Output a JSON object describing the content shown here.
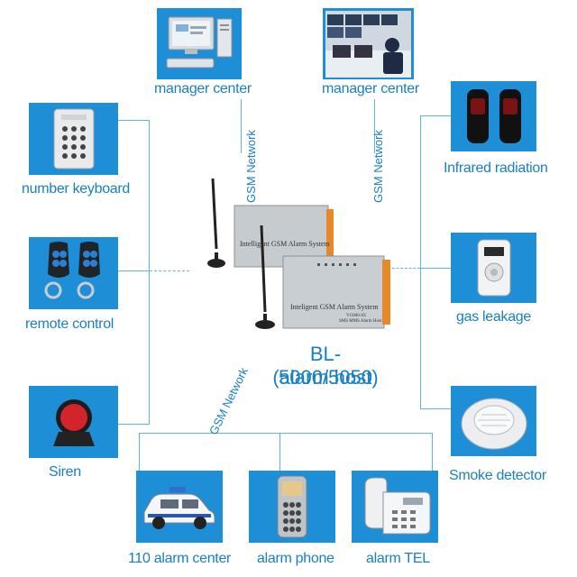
{
  "nodes": {
    "manager_center_pc": "manager center",
    "manager_center_room": "manager center",
    "number_keyboard": "number keyboard",
    "remote_control": "remote control",
    "siren": "Siren",
    "infrared_radiation": "Infrared radiation",
    "gas_leakage": "gas leakage",
    "smoke_detector": "Smoke detector",
    "alarm_center_110": "110 alarm center",
    "alarm_phone": "alarm phone",
    "alarm_tel": "alarm TEL"
  },
  "networks": {
    "left_top": "GSM Network",
    "right_top": "GSM Network",
    "bottom": "GSM Network"
  },
  "host": {
    "model": "BL-5000/5050",
    "role": "(alarm host)",
    "panel_text_1": "Intelligent GSM Alarm System",
    "panel_text_2": "Inteligent GSM Alarm System",
    "panel_small": "VG800-SS",
    "panel_small_2": "SMS MMS Alarm Host"
  },
  "colors": {
    "tile": "#1e8fd6",
    "line": "#5fb3e6",
    "text": "#1a7fc1"
  }
}
